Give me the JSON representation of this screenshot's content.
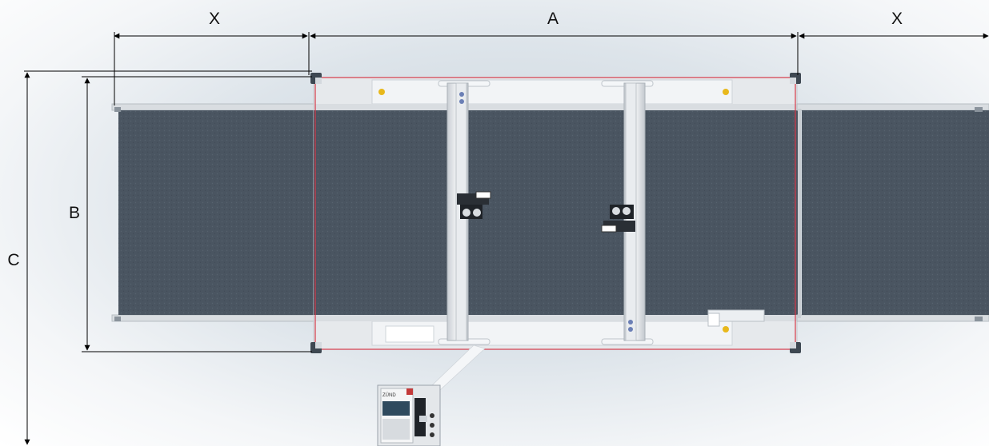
{
  "dimensions": {
    "left_extension": "X",
    "cutting_area_length": "A",
    "right_extension": "X",
    "belt_width": "B",
    "overall_width": "C"
  },
  "controller": {
    "brand_text": "ZÜND"
  },
  "colors": {
    "belt": "#4a5561",
    "frame": "#e6e9ec",
    "work_area_outline": "#d63a4a",
    "dimension_line": "#000000",
    "corner_marker": "#3e4852"
  }
}
